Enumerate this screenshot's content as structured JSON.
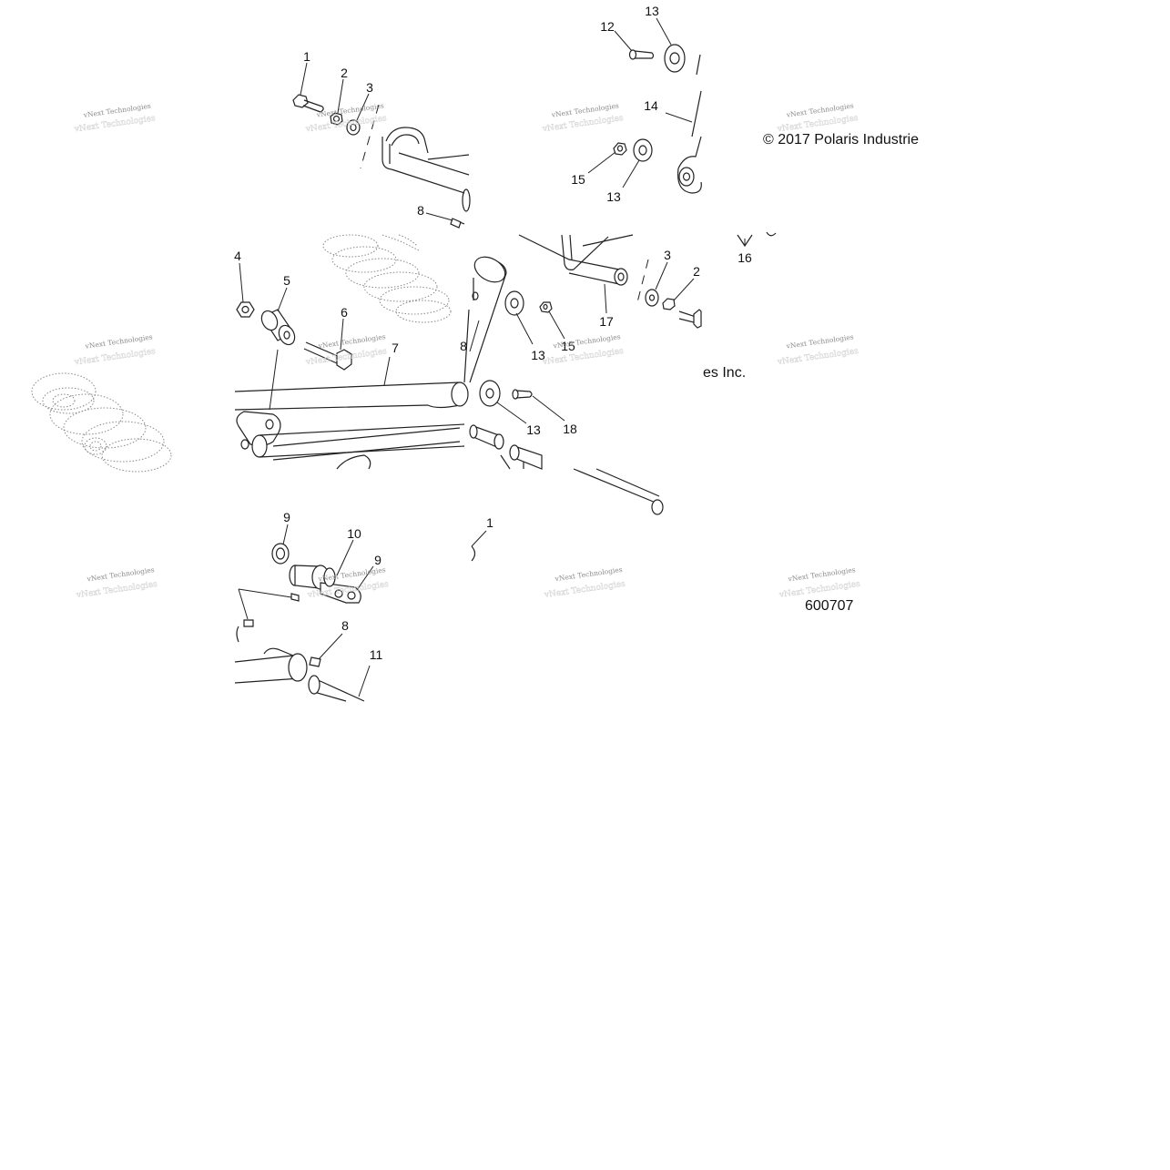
{
  "diagram": {
    "copyright": "© 2017 Polaris Industrie",
    "copyright_fragment": "es Inc.",
    "diagram_number": "600707",
    "watermark_text": "vNext Technologies",
    "callouts": {
      "c1a": "1",
      "c2a": "2",
      "c3a": "3",
      "c8a": "8",
      "c12": "12",
      "c13a": "13",
      "c14": "14",
      "c15a": "15",
      "c13b": "13",
      "c16": "16",
      "c4": "4",
      "c5": "5",
      "c6": "6",
      "c7": "7",
      "c8b": "8",
      "c13c": "13",
      "c15b": "15",
      "c17": "17",
      "c3b": "3",
      "c2b": "2",
      "c13d": "13",
      "c18": "18",
      "c1b": "1",
      "c9a": "9",
      "c10": "10",
      "c9b": "9",
      "c8c": "8",
      "c11": "11"
    }
  }
}
